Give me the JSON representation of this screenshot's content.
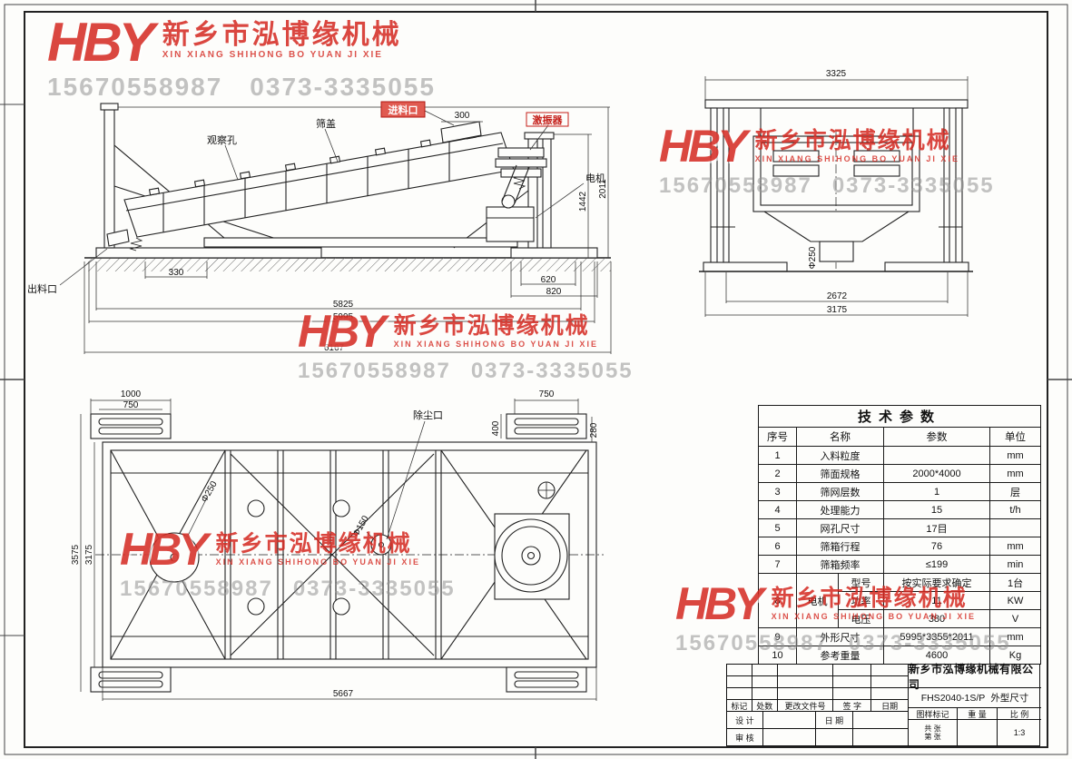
{
  "watermark": {
    "logo": "HBY",
    "company_cn": "新乡市泓博缘机械",
    "company_en": "XIN XIANG SHIHONG BO YUAN JI XIE",
    "phone_mobile": "15670558987",
    "phone_tel": "0373-3335055"
  },
  "side_view": {
    "labels": {
      "screen_cover": "筛盖",
      "feed_inlet": "进料口",
      "observation_hole": "观察孔",
      "exciter": "激振器",
      "motor": "电机",
      "discharge_outlet": "出料口"
    },
    "dims": {
      "inlet_width": "300",
      "overall_height": "2011",
      "frame_height": "1442",
      "base_inset": "330",
      "motor_base_a": "620",
      "motor_base_b": "820",
      "length_a": "5825",
      "length_b": "5995",
      "overall_length": "6167"
    }
  },
  "end_view": {
    "dims": {
      "overall_width": "3325",
      "spout_dia": "Φ250",
      "base_span": "2672",
      "overall_span": "3175"
    }
  },
  "plan_view": {
    "labels": {
      "dust_port": "除尘口"
    },
    "dims": {
      "flange_left_outer": "1000",
      "flange_left_slot": "750",
      "flange_right_slot": "750",
      "flange_right_width": "400",
      "flange_right_depth": "280",
      "overall_width": "3575",
      "box_width": "3175",
      "box_length": "5667",
      "hole_big": "Φ250",
      "hole_small": "Φ150"
    }
  },
  "spec_table": {
    "title": "技术参数",
    "headers": {
      "no": "序号",
      "name": "名称",
      "value": "参数",
      "unit": "单位"
    },
    "rows": [
      {
        "no": "1",
        "name": "入料粒度",
        "value": "",
        "unit": "mm"
      },
      {
        "no": "2",
        "name": "筛面规格",
        "value": "2000*4000",
        "unit": "mm"
      },
      {
        "no": "3",
        "name": "筛网层数",
        "value": "1",
        "unit": "层"
      },
      {
        "no": "4",
        "name": "处理能力",
        "value": "15",
        "unit": "t/h"
      },
      {
        "no": "5",
        "name": "网孔尺寸",
        "value": "17目",
        "unit": ""
      },
      {
        "no": "6",
        "name": "筛箱行程",
        "value": "76",
        "unit": "mm"
      },
      {
        "no": "7",
        "name": "筛箱频率",
        "value": "≤199",
        "unit": "min"
      }
    ],
    "motor": {
      "no": "8",
      "name": "电机",
      "subrows": [
        {
          "param": "型号",
          "value": "按实际要求确定",
          "unit": "1台"
        },
        {
          "param": "功率",
          "value": "11",
          "unit": "KW"
        },
        {
          "param": "电压",
          "value": "380",
          "unit": "V"
        }
      ]
    },
    "rows_tail": [
      {
        "no": "9",
        "name": "外形尺寸",
        "value": "5995*3355*2011",
        "unit": "mm"
      },
      {
        "no": "10",
        "name": "参考重量",
        "value": "4600",
        "unit": "Kg"
      }
    ]
  },
  "title_block": {
    "company": "新乡市泓博缘机械有限公司",
    "drawing_no": "FHS2040-1S/P",
    "sheet_title": "外型尺寸",
    "rev_headers": [
      "标记",
      "处数",
      "更改文件号",
      "签 字",
      "日期"
    ],
    "sign_labels": {
      "design": "设 计",
      "check": "审 核",
      "date": "日 期"
    },
    "stamp_headers": [
      "图样标记",
      "重 量",
      "比 例"
    ],
    "scale_value": "1:3",
    "sheet_total": "共 张",
    "sheet_index": "第 张"
  }
}
